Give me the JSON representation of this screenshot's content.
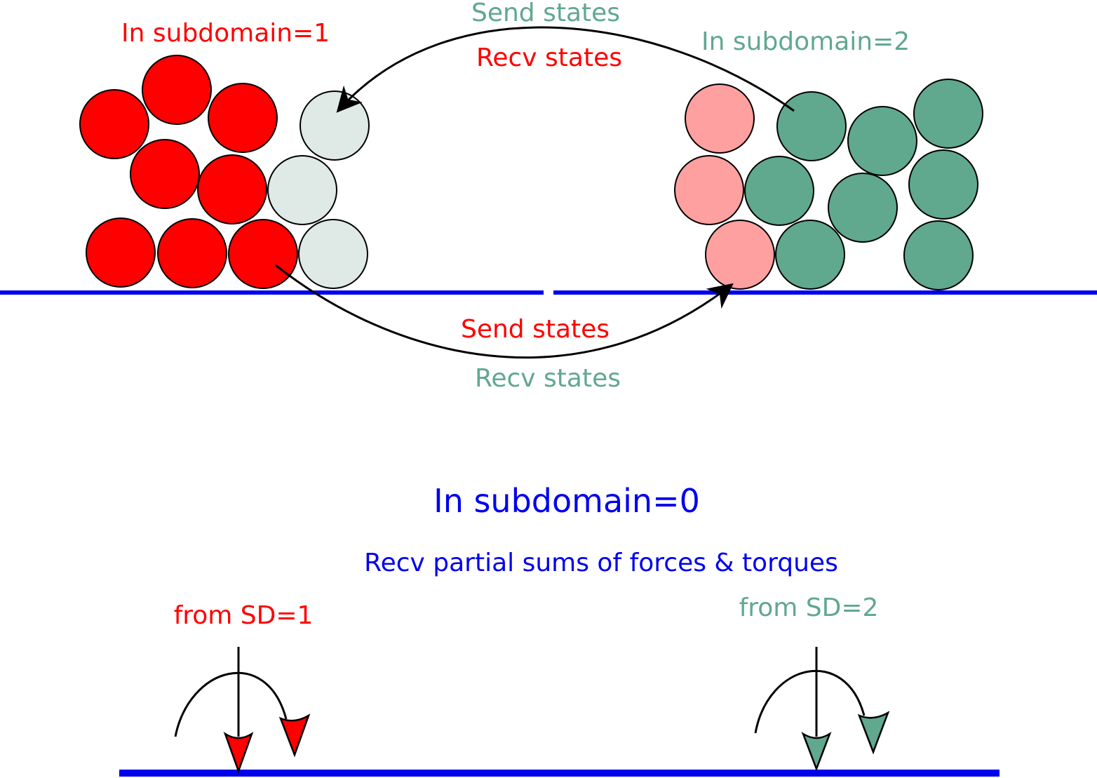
{
  "colors": {
    "subdomain1": "#ff0000",
    "subdomain1_ghost": "#dfe9e5",
    "subdomain2": "#60a88e",
    "subdomain2_ghost": "#ffa0a0",
    "subdomain0": "#0000ee",
    "wall": "#0000ee",
    "outline": "#000000"
  },
  "subdomain1": {
    "title": "In subdomain=1"
  },
  "subdomain2": {
    "title": "In subdomain=2"
  },
  "exchange": {
    "top_send": "Send states",
    "top_recv": "Recv states",
    "bottom_send": "Send states",
    "bottom_recv": "Recv states"
  },
  "subdomain0": {
    "title": "In subdomain=0",
    "subtitle": "Recv partial sums of forces & torques",
    "from_sd1": "from SD=1",
    "from_sd2": "from SD=2"
  }
}
